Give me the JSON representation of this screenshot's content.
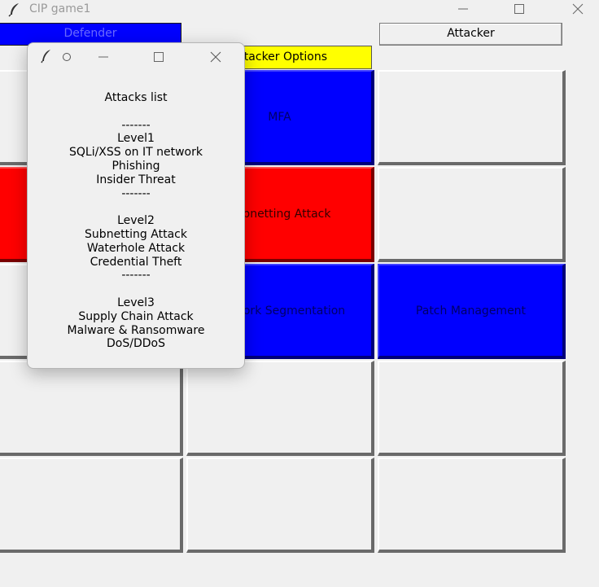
{
  "window": {
    "title": "CIP game1"
  },
  "top_buttons": {
    "defender": "Defender",
    "attacker": "Attacker",
    "attacker_options": "Attacker Options"
  },
  "grid": [
    [
      "",
      "MFA",
      ""
    ],
    [
      "",
      "Subnetting Attack",
      ""
    ],
    [
      "",
      "Network Segmentation",
      "Patch Management"
    ],
    [
      "",
      "",
      ""
    ],
    [
      "",
      "",
      ""
    ]
  ],
  "colors": {
    "blue": "#0000ff",
    "red": "#ff0000",
    "yellow": "#ffff00",
    "gray": "#f0f0f0"
  },
  "popup": {
    "title": "",
    "lines": [
      "Attacks list",
      "",
      "-------",
      "Level1",
      "SQLi/XSS on IT network",
      "Phishing",
      "Insider Threat",
      "-------",
      "",
      "Level2",
      "Subnetting Attack",
      "Waterhole Attack",
      "Credential Theft",
      "-------",
      "",
      "Level3",
      "Supply Chain Attack",
      "Malware & Ransomware",
      "DoS/DDoS"
    ]
  }
}
